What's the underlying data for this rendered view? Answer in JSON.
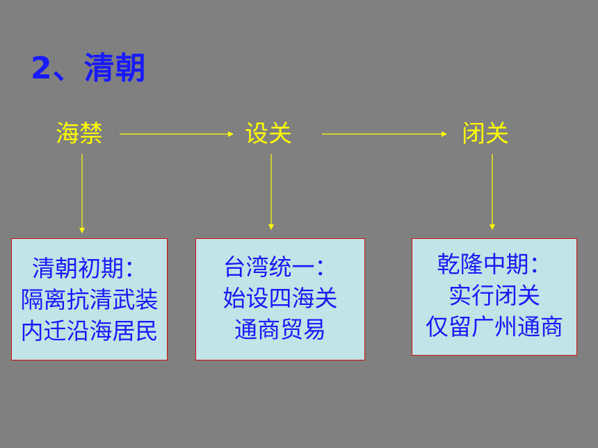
{
  "slide": {
    "title": "2、清朝",
    "colors": {
      "background": "#808080",
      "title": "#1a1aff",
      "node_text": "#ffff00",
      "arrow": "#ffff00",
      "box_fill": "#c0e4e8",
      "box_border": "#d01010",
      "box_text": "#1a1aff"
    }
  },
  "flow": {
    "nodes": [
      "海禁",
      "设关",
      "闭关"
    ]
  },
  "boxes": [
    {
      "lines": [
        "清朝初期：",
        "隔离抗清武装",
        "内迁沿海居民"
      ]
    },
    {
      "lines": [
        "台湾统一：",
        "始设四海关",
        "通商贸易"
      ]
    },
    {
      "lines": [
        "乾隆中期：",
        "实行闭关",
        "仅留广州通商"
      ]
    }
  ]
}
